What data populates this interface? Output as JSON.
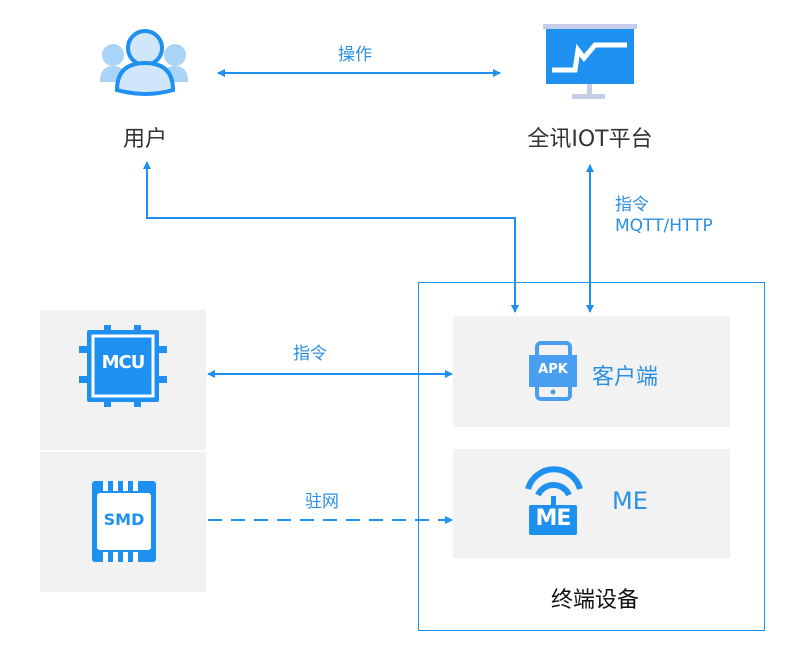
{
  "colors": {
    "accent": "#1e90f0",
    "text_blue": "#2b8fe3",
    "panel": "#f2f2f2",
    "text_dark": "#333333",
    "monitor_stand": "#c5cde8",
    "user_light": "#a9d3f7"
  },
  "nodes": {
    "user": {
      "label": "用户",
      "icon": "users-icon"
    },
    "platform": {
      "label": "全讯IOT平台",
      "icon": "monitor-chart-icon"
    },
    "mcu": {
      "label": "MCU",
      "icon": "chip-icon"
    },
    "smd": {
      "label": "SMD",
      "icon": "sim-card-icon"
    },
    "client": {
      "label": "客户端",
      "icon_text": "APK",
      "icon": "phone-apk-icon"
    },
    "me": {
      "label": "ME",
      "icon_text": "ME",
      "icon": "signal-me-icon"
    },
    "terminal": {
      "label": "终端设备"
    }
  },
  "edges": {
    "operate": {
      "label": "操作",
      "style": "solid",
      "direction": "both"
    },
    "platform_client": {
      "label_line1": "指令",
      "label_line2": "MQTT/HTTP",
      "style": "solid",
      "direction": "both"
    },
    "client_user": {
      "style": "solid",
      "direction": "both"
    },
    "mcu_client": {
      "label": "指令",
      "style": "solid",
      "direction": "both"
    },
    "smd_me": {
      "label": "驻网",
      "style": "dashed",
      "direction": "forward"
    }
  }
}
